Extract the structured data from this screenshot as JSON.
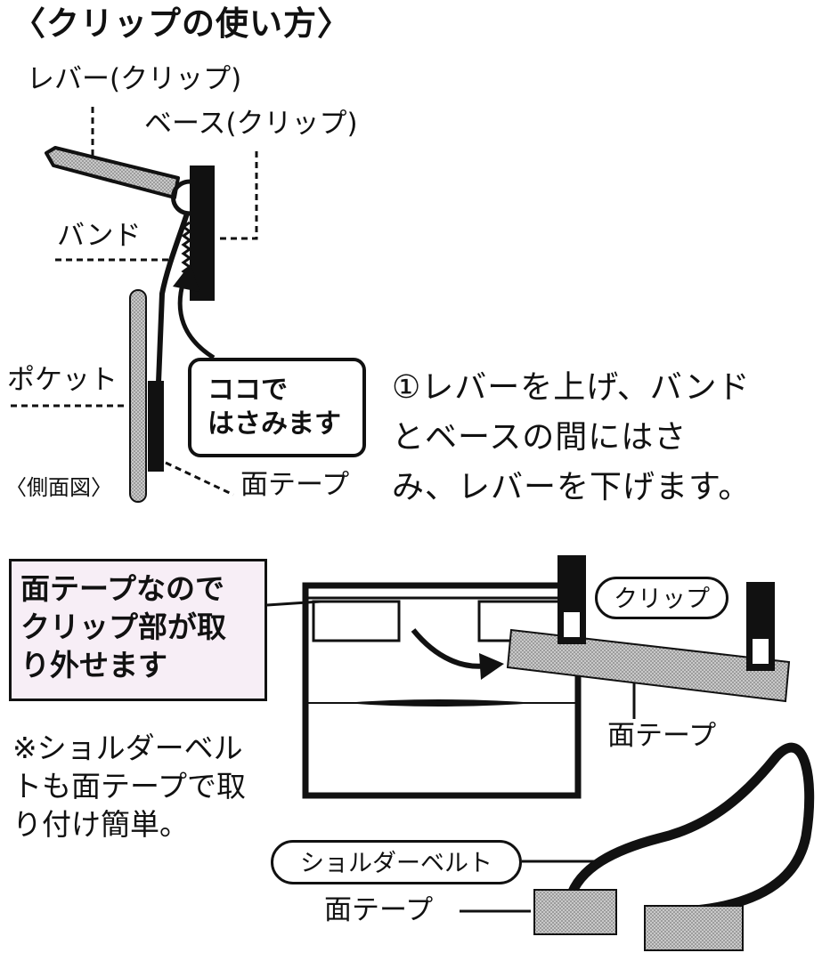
{
  "title": "〈クリップの使い方〉",
  "side_view": {
    "lever_label": "レバー(クリップ)",
    "base_label": "ベース(クリップ)",
    "band_label": "バンド",
    "pocket_label": "ポケット",
    "side_view_label": "〈側面図〉",
    "tape_label": "面テープ",
    "callout_line1": "ココで",
    "callout_line2": "はさみます"
  },
  "step1": {
    "line1": "①レバーを上げ、バンド",
    "line2": "とベースの間にはさ",
    "line3": "み、レバーを下げます。"
  },
  "front_view": {
    "note_line1": "面テープなので",
    "note_line2": "クリップ部が取",
    "note_line3": "り外せます",
    "clip_label": "クリップ",
    "tape_label": "面テープ",
    "belt_note_line1": "※ショルダーベル",
    "belt_note_line2": "トも面テープで取",
    "belt_note_line3": "り付け簡単。",
    "shoulder_belt_label": "ショルダーベルト",
    "belt_tape_label": "面テープ"
  },
  "colors": {
    "line": "#111111",
    "hatch": "#9a9a9a",
    "note_bg": "#f7eef6"
  }
}
